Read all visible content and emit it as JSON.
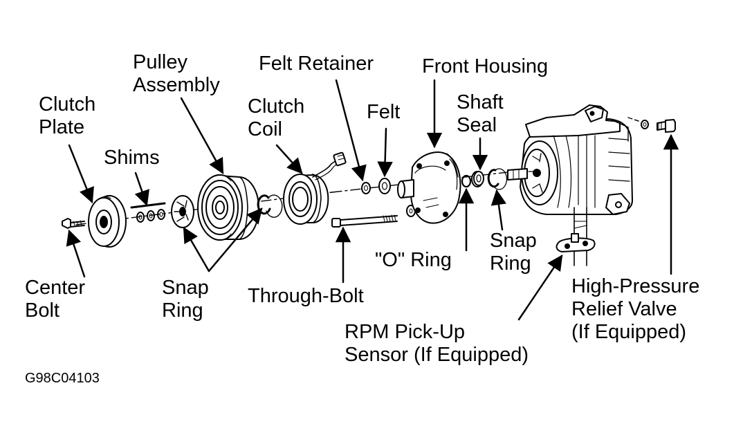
{
  "labels": {
    "clutch_plate": [
      "Clutch",
      "Plate"
    ],
    "pulley_assembly": [
      "Pulley",
      "Assembly"
    ],
    "shims": "Shims",
    "clutch_coil": [
      "Clutch",
      "Coil"
    ],
    "felt_retainer": "Felt Retainer",
    "felt": "Felt",
    "front_housing": "Front Housing",
    "shaft_seal": [
      "Shaft",
      "Seal"
    ],
    "center_bolt": [
      "Center",
      "Bolt"
    ],
    "snap_ring_left": [
      "Snap",
      "Ring"
    ],
    "through_bolt": "Through-Bolt",
    "o_ring": "\"O\" Ring",
    "snap_ring_right": [
      "Snap",
      "Ring"
    ],
    "high_pressure_relief_valve": [
      "High-Pressure",
      "Relief Valve",
      "(If Equipped)"
    ],
    "rpm_pickup_sensor": [
      "RPM Pick-Up",
      "Sensor (If Equipped)"
    ]
  },
  "figure_code": "G98C04103",
  "colors": {
    "ink": "#000000",
    "paper": "#ffffff"
  }
}
